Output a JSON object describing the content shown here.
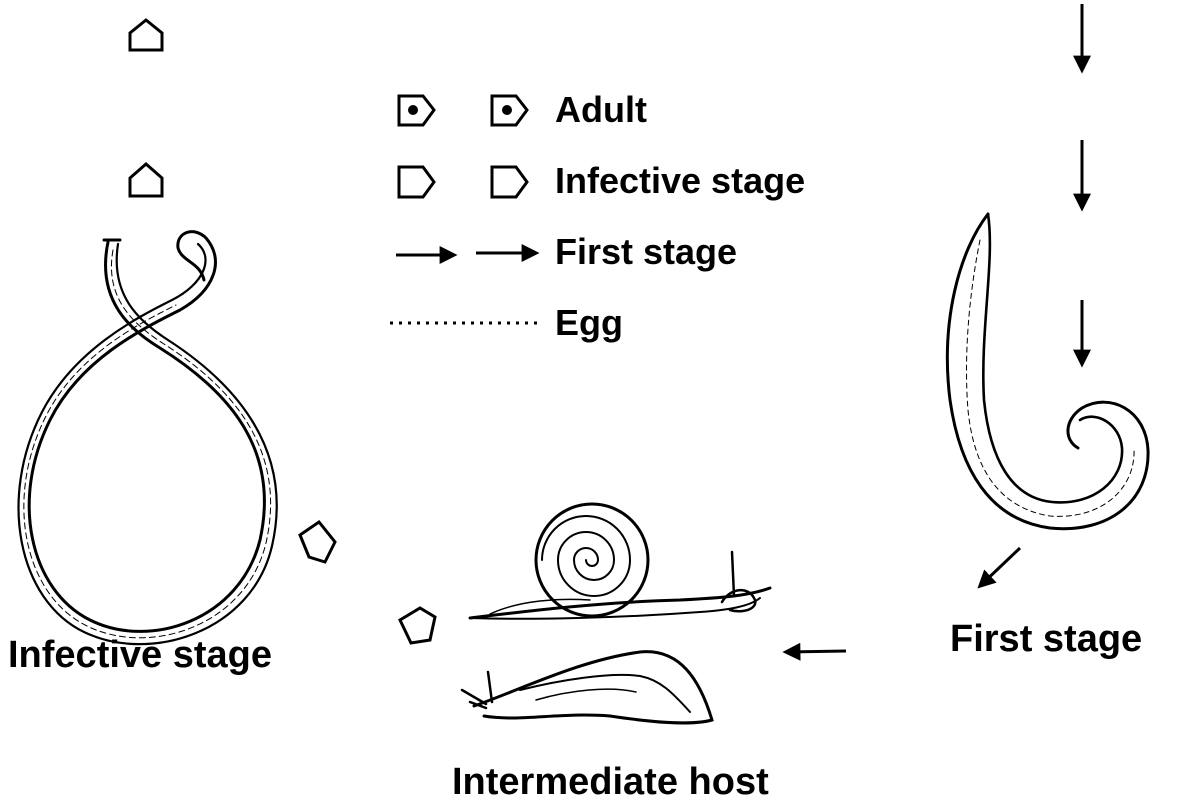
{
  "legend": {
    "items": [
      {
        "key": "adult",
        "label": "Adult",
        "symbol": "pentagon-with-dot"
      },
      {
        "key": "infective",
        "label": "Infective stage",
        "symbol": "open-pentagon"
      },
      {
        "key": "first",
        "label": "First stage",
        "symbol": "arrow"
      },
      {
        "key": "egg",
        "label": "Egg",
        "symbol": "dotted-line"
      }
    ]
  },
  "stages": {
    "infective_label": "Infective stage",
    "first_label": "First stage",
    "intermediate_label": "Intermediate host"
  },
  "colors": {
    "ink": "#000000",
    "paper": "#ffffff"
  }
}
